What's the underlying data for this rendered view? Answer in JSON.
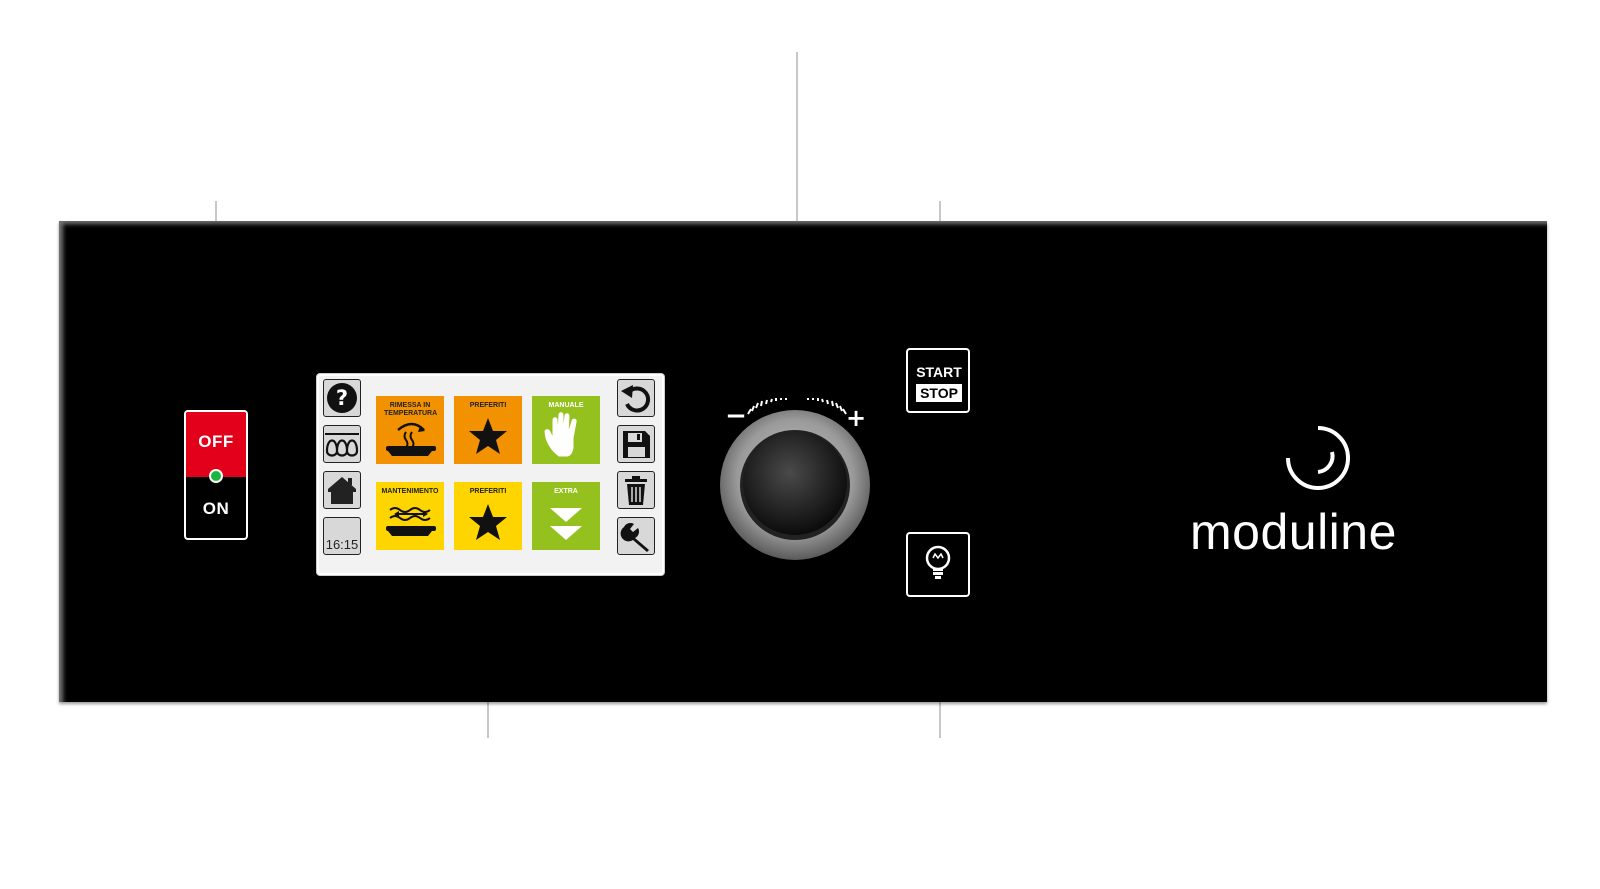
{
  "power_switch": {
    "off_label": "OFF",
    "on_label": "ON",
    "led_color": "#1cb53f"
  },
  "screen": {
    "left_column": [
      {
        "icon": "help-icon"
      },
      {
        "icon": "heating-coil-icon"
      },
      {
        "icon": "home-icon"
      },
      {
        "icon": "clock",
        "label": "16:15"
      }
    ],
    "tiles": [
      {
        "label": "RIMESSA IN TEMPERATURA",
        "color": "#f39200",
        "icon": "reheat-dish-icon"
      },
      {
        "label": "PREFERITI",
        "color": "#f39200",
        "icon": "star-icon"
      },
      {
        "label": "MANUALE",
        "color": "#95c11f",
        "icon": "hand-icon"
      },
      {
        "label": "MANTENIMENTO",
        "color": "#ffd500",
        "icon": "holding-dish-icon"
      },
      {
        "label": "PREFERITI",
        "color": "#ffd500",
        "icon": "star-icon"
      },
      {
        "label": "EXTRA",
        "color": "#95c11f",
        "icon": "double-chevron-down-icon"
      }
    ],
    "right_column": [
      {
        "icon": "undo-icon"
      },
      {
        "icon": "save-icon"
      },
      {
        "icon": "trash-icon"
      },
      {
        "icon": "wrench-icon"
      }
    ]
  },
  "knob": {
    "minus_label": "−",
    "plus_label": "+"
  },
  "start_stop": {
    "start_label": "START",
    "stop_label": "STOP"
  },
  "light_button": {
    "icon": "lightbulb-icon"
  },
  "brand": {
    "name": "moduline"
  }
}
